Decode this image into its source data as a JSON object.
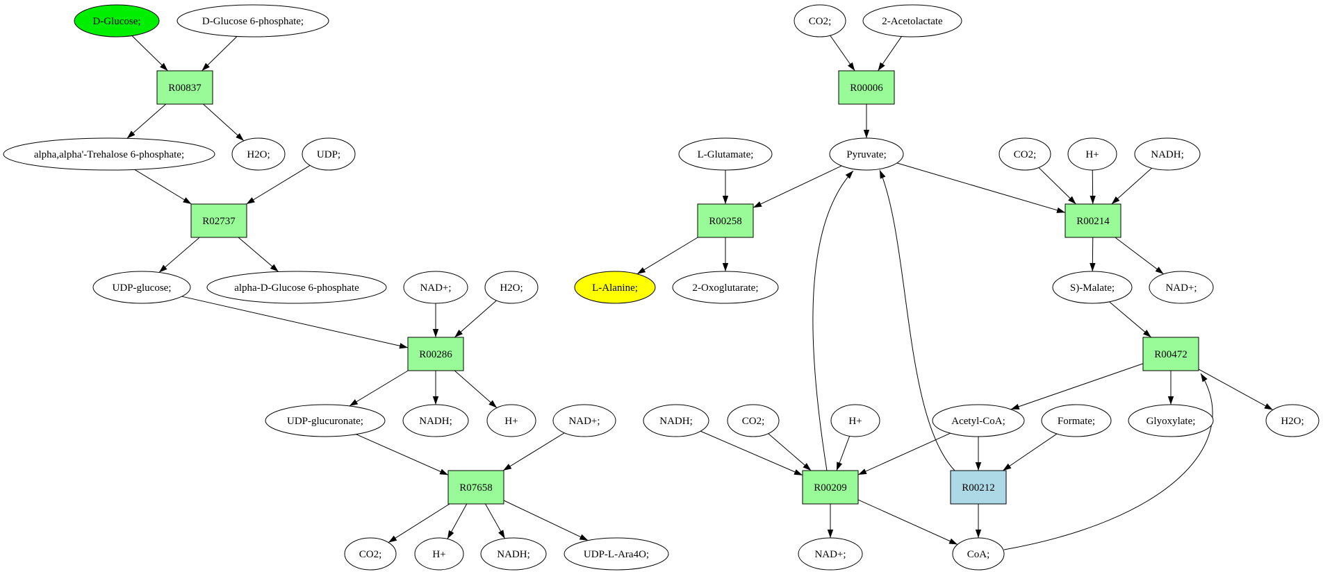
{
  "colors": {
    "reaction_default": "#98fb98",
    "reaction_highlight": "#add8e6",
    "source_metabolite": "#00ee00",
    "target_metabolite": "#ffff00",
    "metabolite": "#ffffff",
    "stroke": "#000000"
  },
  "nodes": [
    {
      "id": "dglc",
      "label": "D-Glucose;",
      "type": "metabolite",
      "fill": "#00ee00"
    },
    {
      "id": "dg6p",
      "label": "D-Glucose 6-phosphate;",
      "type": "metabolite"
    },
    {
      "id": "R00837",
      "label": "R00837",
      "type": "reaction"
    },
    {
      "id": "treh",
      "label": "alpha,alpha'-Trehalose 6-phosphate;",
      "type": "metabolite"
    },
    {
      "id": "h2o_a",
      "label": "H2O;",
      "type": "metabolite"
    },
    {
      "id": "udp",
      "label": "UDP;",
      "type": "metabolite"
    },
    {
      "id": "R02737",
      "label": "R02737",
      "type": "reaction"
    },
    {
      "id": "udpglc",
      "label": "UDP-glucose;",
      "type": "metabolite"
    },
    {
      "id": "adg6p",
      "label": "alpha-D-Glucose 6-phosphate",
      "type": "metabolite"
    },
    {
      "id": "nadp_a",
      "label": "NAD+;",
      "type": "metabolite"
    },
    {
      "id": "h2o_b",
      "label": "H2O;",
      "type": "metabolite"
    },
    {
      "id": "R00286",
      "label": "R00286",
      "type": "reaction"
    },
    {
      "id": "udpgcu",
      "label": "UDP-glucuronate;",
      "type": "metabolite"
    },
    {
      "id": "nadh_a",
      "label": "NADH;",
      "type": "metabolite"
    },
    {
      "id": "hp_a",
      "label": "H+",
      "type": "metabolite"
    },
    {
      "id": "nadp_b",
      "label": "NAD+;",
      "type": "metabolite"
    },
    {
      "id": "R07658",
      "label": "R07658",
      "type": "reaction"
    },
    {
      "id": "co2_a",
      "label": "CO2;",
      "type": "metabolite"
    },
    {
      "id": "hp_b",
      "label": "H+",
      "type": "metabolite"
    },
    {
      "id": "nadh_b",
      "label": "NADH;",
      "type": "metabolite"
    },
    {
      "id": "udpara",
      "label": "UDP-L-Ara4O;",
      "type": "metabolite"
    },
    {
      "id": "co2_b",
      "label": "CO2;",
      "type": "metabolite"
    },
    {
      "id": "acetolac",
      "label": "2-Acetolactate",
      "type": "metabolite"
    },
    {
      "id": "R00006",
      "label": "R00006",
      "type": "reaction"
    },
    {
      "id": "lglu",
      "label": "L-Glutamate;",
      "type": "metabolite"
    },
    {
      "id": "pyr",
      "label": "Pyruvate;",
      "type": "metabolite"
    },
    {
      "id": "co2_c",
      "label": "CO2;",
      "type": "metabolite"
    },
    {
      "id": "hp_c",
      "label": "H+",
      "type": "metabolite"
    },
    {
      "id": "nadh_c",
      "label": "NADH;",
      "type": "metabolite"
    },
    {
      "id": "R00258",
      "label": "R00258",
      "type": "reaction"
    },
    {
      "id": "R00214",
      "label": "R00214",
      "type": "reaction"
    },
    {
      "id": "lala",
      "label": "L-Alanine;",
      "type": "metabolite",
      "fill": "#ffff00"
    },
    {
      "id": "oxoglu",
      "label": "2-Oxoglutarate;",
      "type": "metabolite"
    },
    {
      "id": "smal",
      "label": "S)-Malate;",
      "type": "metabolite"
    },
    {
      "id": "nadp_c",
      "label": "NAD+;",
      "type": "metabolite"
    },
    {
      "id": "R00472",
      "label": "R00472",
      "type": "reaction"
    },
    {
      "id": "nadh_d",
      "label": "NADH;",
      "type": "metabolite"
    },
    {
      "id": "co2_d",
      "label": "CO2;",
      "type": "metabolite"
    },
    {
      "id": "hp_d",
      "label": "H+",
      "type": "metabolite"
    },
    {
      "id": "accoa",
      "label": "Acetyl-CoA;",
      "type": "metabolite"
    },
    {
      "id": "formate",
      "label": "Formate;",
      "type": "metabolite"
    },
    {
      "id": "glyox",
      "label": "Glyoxylate;",
      "type": "metabolite"
    },
    {
      "id": "h2o_c",
      "label": "H2O;",
      "type": "metabolite"
    },
    {
      "id": "R00209",
      "label": "R00209",
      "type": "reaction"
    },
    {
      "id": "R00212",
      "label": "R00212",
      "type": "reaction",
      "fill": "#add8e6"
    },
    {
      "id": "nadp_d",
      "label": "NAD+;",
      "type": "metabolite"
    },
    {
      "id": "coa",
      "label": "CoA;",
      "type": "metabolite"
    }
  ],
  "edges": [
    [
      "dglc",
      "R00837"
    ],
    [
      "dg6p",
      "R00837"
    ],
    [
      "R00837",
      "treh"
    ],
    [
      "R00837",
      "h2o_a"
    ],
    [
      "treh",
      "R02737"
    ],
    [
      "udp",
      "R02737"
    ],
    [
      "R02737",
      "udpglc"
    ],
    [
      "R02737",
      "adg6p"
    ],
    [
      "udpglc",
      "R00286"
    ],
    [
      "nadp_a",
      "R00286"
    ],
    [
      "h2o_b",
      "R00286"
    ],
    [
      "R00286",
      "udpgcu"
    ],
    [
      "R00286",
      "nadh_a"
    ],
    [
      "R00286",
      "hp_a"
    ],
    [
      "udpgcu",
      "R07658"
    ],
    [
      "nadp_b",
      "R07658"
    ],
    [
      "R07658",
      "co2_a"
    ],
    [
      "R07658",
      "hp_b"
    ],
    [
      "R07658",
      "nadh_b"
    ],
    [
      "R07658",
      "udpara"
    ],
    [
      "co2_b",
      "R00006"
    ],
    [
      "acetolac",
      "R00006"
    ],
    [
      "R00006",
      "pyr"
    ],
    [
      "lglu",
      "R00258"
    ],
    [
      "pyr",
      "R00258"
    ],
    [
      "R00258",
      "lala"
    ],
    [
      "R00258",
      "oxoglu"
    ],
    [
      "pyr",
      "R00214"
    ],
    [
      "co2_c",
      "R00214"
    ],
    [
      "hp_c",
      "R00214"
    ],
    [
      "nadh_c",
      "R00214"
    ],
    [
      "R00214",
      "smal"
    ],
    [
      "R00214",
      "nadp_c"
    ],
    [
      "smal",
      "R00472"
    ],
    [
      "R00472",
      "accoa"
    ],
    [
      "R00472",
      "glyox"
    ],
    [
      "R00472",
      "h2o_c"
    ],
    [
      "coa",
      "R00472"
    ],
    [
      "nadh_d",
      "R00209"
    ],
    [
      "co2_d",
      "R00209"
    ],
    [
      "hp_d",
      "R00209"
    ],
    [
      "accoa",
      "R00209"
    ],
    [
      "R00209",
      "pyr"
    ],
    [
      "R00209",
      "nadp_d"
    ],
    [
      "R00209",
      "coa"
    ],
    [
      "accoa",
      "R00212"
    ],
    [
      "formate",
      "R00212"
    ],
    [
      "R00212",
      "pyr"
    ],
    [
      "R00212",
      "coa"
    ]
  ]
}
